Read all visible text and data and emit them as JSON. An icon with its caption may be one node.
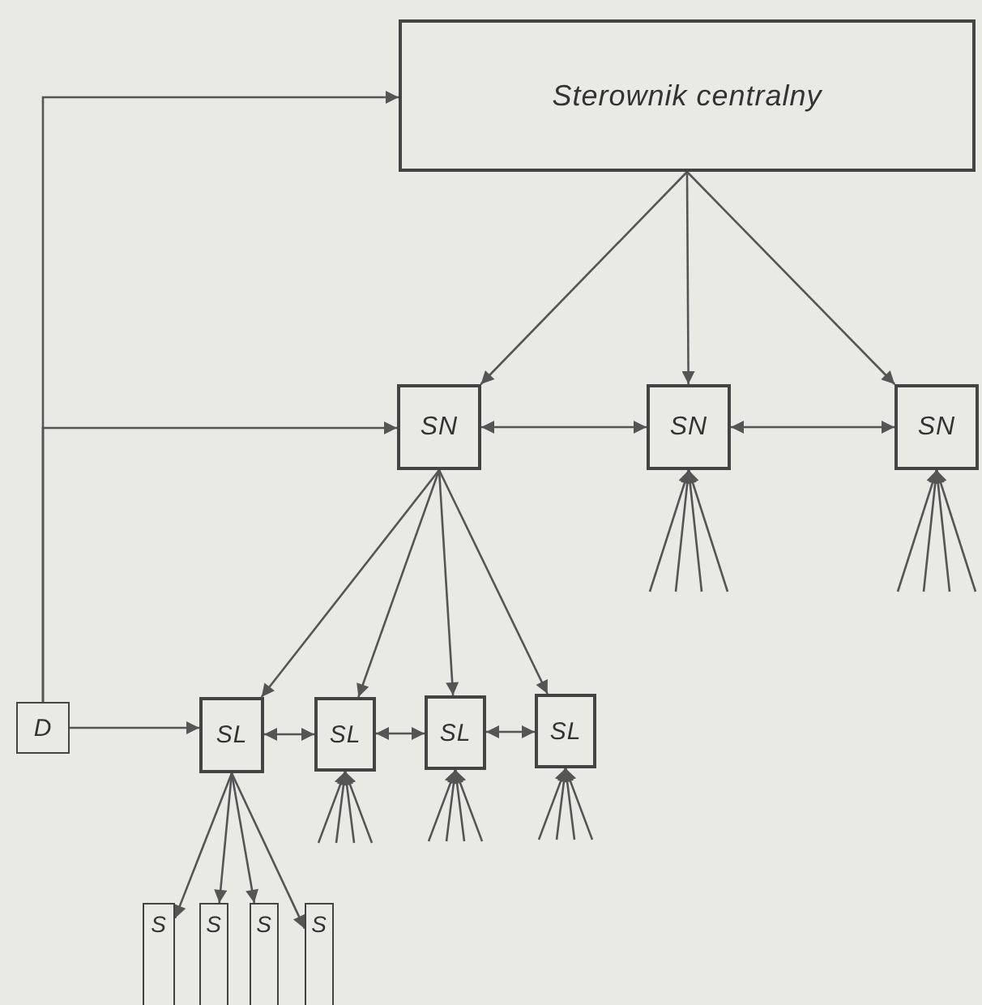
{
  "diagram": {
    "nodes": [
      {
        "text": [
          "Sterownik centralny"
        ]
      },
      {
        "text": [
          "SN"
        ]
      },
      {
        "text": [
          "SN"
        ]
      },
      {
        "text": [
          "SN"
        ]
      },
      {
        "text": [
          "D"
        ]
      },
      {
        "text": [
          "SL"
        ]
      },
      {
        "text": [
          "SL"
        ]
      },
      {
        "text": [
          "SL"
        ]
      },
      {
        "text": [
          "SL"
        ]
      },
      {
        "text": [
          "S"
        ]
      },
      {
        "text": [
          "S"
        ]
      },
      {
        "text": [
          "S"
        ]
      },
      {
        "text": [
          "S"
        ]
      }
    ],
    "edges": [
      {
        "from": 4,
        "to": 0,
        "arrow": "to"
      },
      {
        "from": 4,
        "to": 1,
        "arrow": "to"
      },
      {
        "from": 4,
        "to": 5,
        "arrow": "to"
      },
      {
        "from": 0,
        "to": 1,
        "arrow": "to"
      },
      {
        "from": 0,
        "to": 2,
        "arrow": "to"
      },
      {
        "from": 0,
        "to": 3,
        "arrow": "to"
      },
      {
        "from": 1,
        "to": 2,
        "arrow": "both"
      },
      {
        "from": 2,
        "to": 3,
        "arrow": "both"
      },
      {
        "from": 1,
        "to": 5,
        "arrow": "to"
      },
      {
        "from": 1,
        "to": 6,
        "arrow": "to"
      },
      {
        "from": 1,
        "to": 7,
        "arrow": "to"
      },
      {
        "from": 1,
        "to": 8,
        "arrow": "to"
      },
      {
        "from": 5,
        "to": 6,
        "arrow": "both"
      },
      {
        "from": 6,
        "to": 7,
        "arrow": "both"
      },
      {
        "from": 7,
        "to": 8,
        "arrow": "both"
      },
      {
        "from": 5,
        "to": 9,
        "arrow": "to"
      },
      {
        "from": 5,
        "to": 10,
        "arrow": "to"
      },
      {
        "from": 5,
        "to": 11,
        "arrow": "to"
      },
      {
        "from": 5,
        "to": 12,
        "arrow": "to"
      },
      {
        "from": null,
        "to": 2,
        "arrow": "to"
      },
      {
        "from": null,
        "to": 2,
        "arrow": "to"
      },
      {
        "from": null,
        "to": 2,
        "arrow": "to"
      },
      {
        "from": null,
        "to": 2,
        "arrow": "to"
      },
      {
        "from": null,
        "to": 3,
        "arrow": "to"
      },
      {
        "from": null,
        "to": 3,
        "arrow": "to"
      },
      {
        "from": null,
        "to": 3,
        "arrow": "to"
      },
      {
        "from": null,
        "to": 3,
        "arrow": "to"
      },
      {
        "from": null,
        "to": 6,
        "arrow": "to"
      },
      {
        "from": null,
        "to": 6,
        "arrow": "to"
      },
      {
        "from": null,
        "to": 6,
        "arrow": "to"
      },
      {
        "from": null,
        "to": 6,
        "arrow": "to"
      },
      {
        "from": null,
        "to": 7,
        "arrow": "to"
      },
      {
        "from": null,
        "to": 7,
        "arrow": "to"
      },
      {
        "from": null,
        "to": 7,
        "arrow": "to"
      },
      {
        "from": null,
        "to": 7,
        "arrow": "to"
      },
      {
        "from": null,
        "to": 8,
        "arrow": "to"
      },
      {
        "from": null,
        "to": 8,
        "arrow": "to"
      },
      {
        "from": null,
        "to": 8,
        "arrow": "to"
      },
      {
        "from": null,
        "to": 8,
        "arrow": "to"
      }
    ]
  }
}
